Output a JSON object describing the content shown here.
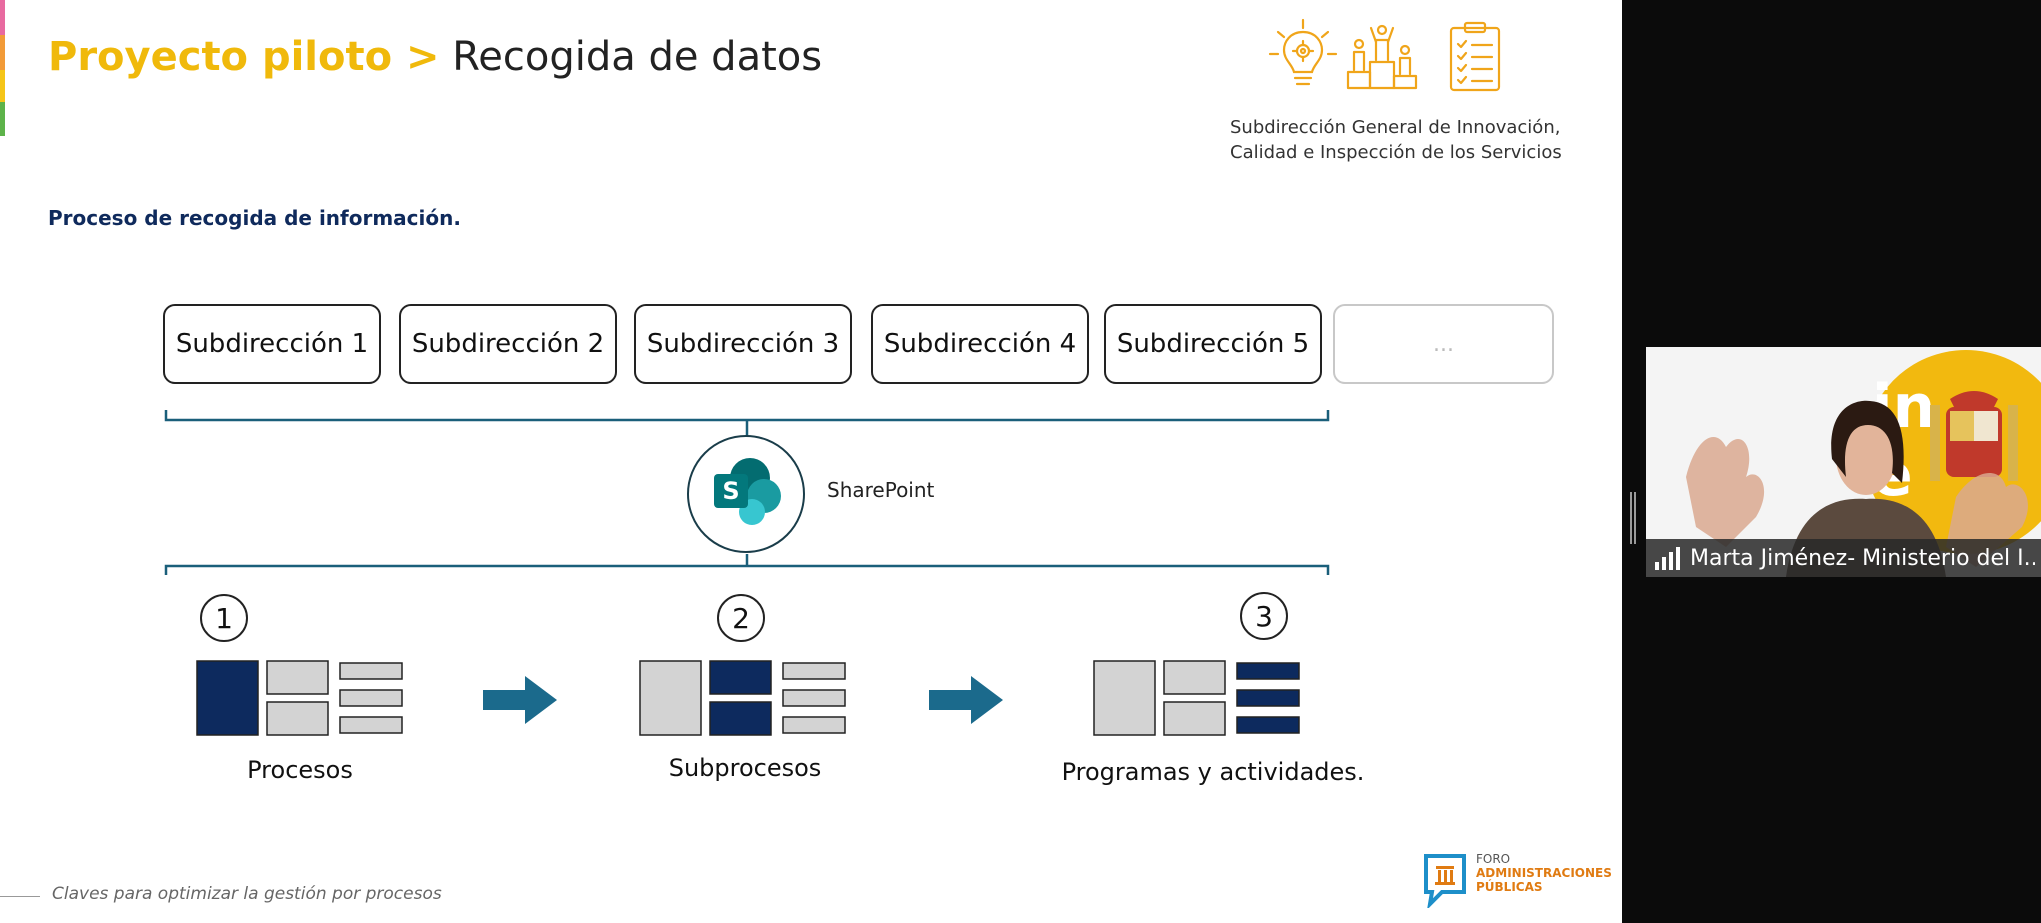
{
  "slide": {
    "title_highlight": "Proyecto piloto >",
    "title_rest": "Recogida de datos",
    "org_line1": "Subdirección General de Innovación,",
    "org_line2": "Calidad e Inspección de los Servicios",
    "subtitle": "Proceso de recogida de información.",
    "subdirecciones": [
      "Subdirección 1",
      "Subdirección 2",
      "Subdirección 3",
      "Subdirección 4",
      "Subdirección 5",
      "..."
    ],
    "sharepoint_label": "SharePoint",
    "sharepoint_icon_letter": "S",
    "steps": [
      {
        "number": "1",
        "label": "Procesos"
      },
      {
        "number": "2",
        "label": "Subprocesos"
      },
      {
        "number": "3",
        "label": "Programas y actividades."
      }
    ],
    "footer": "Claves para optimizar la gestión por procesos",
    "forum_logo": [
      "FORO",
      "ADMINISTRACIONES",
      "PÚBLICAS"
    ]
  },
  "participant": {
    "name": "Marta Jiménez- Ministerio del I..."
  },
  "colors": {
    "title_accent": "#f0b90b",
    "navy": "#0f2a5c",
    "teal": "#1a5f7a",
    "arrow": "#1b6a8c"
  },
  "icons": [
    "lightbulb-gear-icon",
    "podium-people-icon",
    "clipboard-checklist-icon",
    "sharepoint-icon",
    "arrow-right-icon",
    "signal-bars-icon"
  ]
}
